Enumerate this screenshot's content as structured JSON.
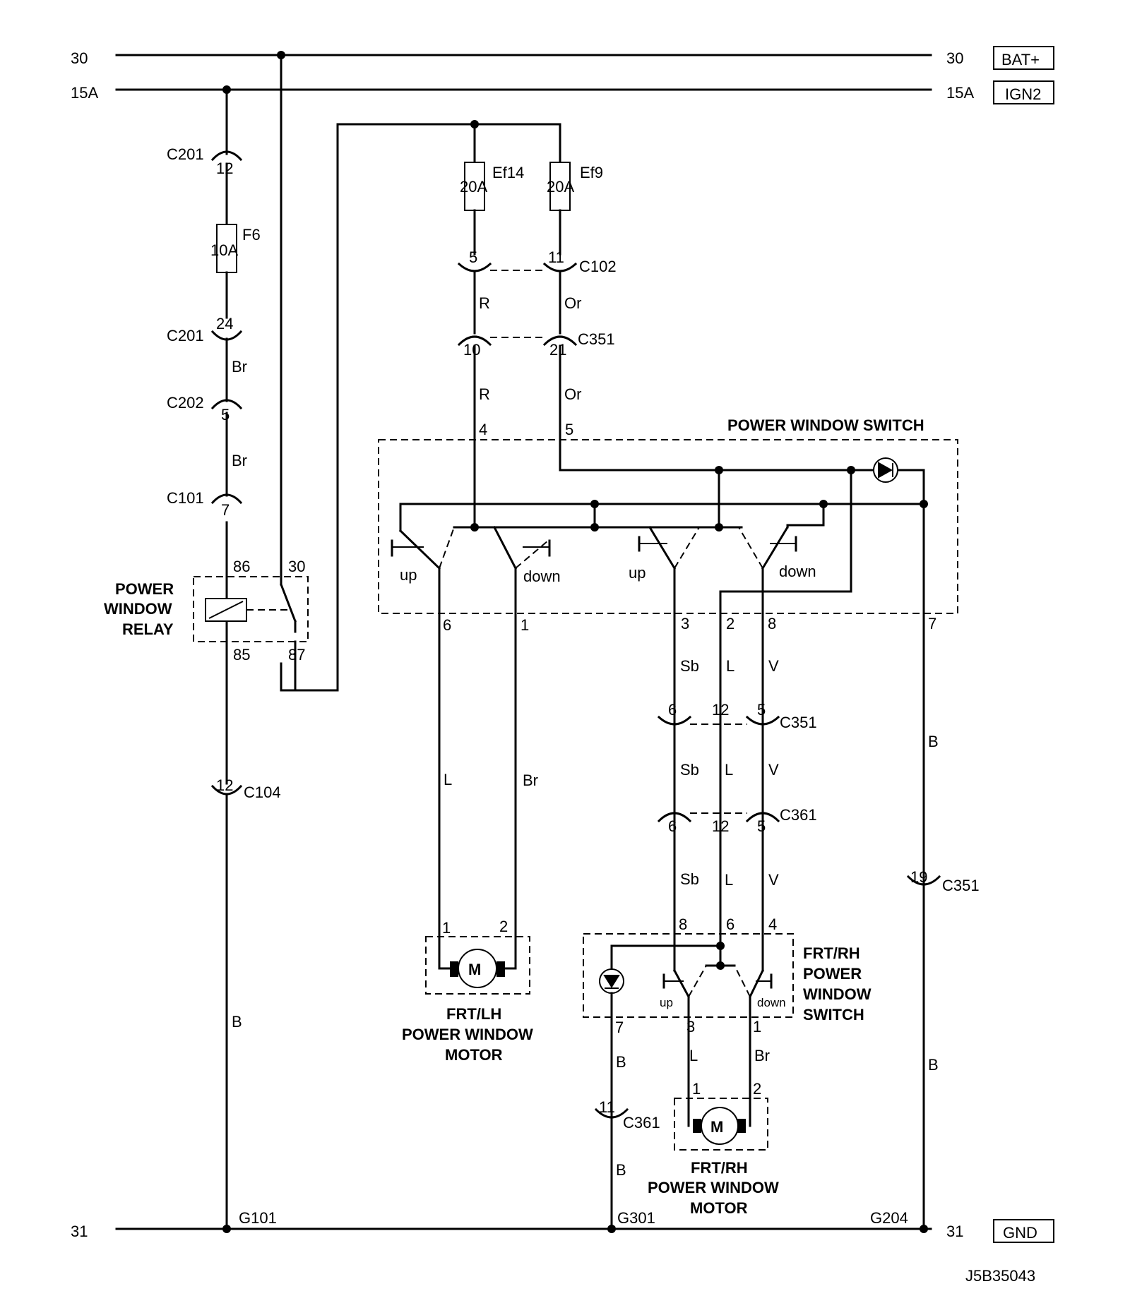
{
  "rails": {
    "r30_left": "30",
    "r30_right": "30",
    "bat": "BAT+",
    "r15_left": "15A",
    "r15_right": "15A",
    "ign": "IGN2",
    "r31_left": "31",
    "r31_right": "31",
    "gnd": "GND"
  },
  "left_branch": {
    "c201a": "C201",
    "c201a_pin": "12",
    "f6": "F6",
    "f6_rating": "10A",
    "c201b": "C201",
    "c201b_pin": "24",
    "wire1": "Br",
    "c202": "C202",
    "c202_pin": "5",
    "wire2": "Br",
    "c101": "C101",
    "c101_pin": "7",
    "c104": "C104",
    "c104_pin": "12",
    "wire3": "B",
    "g101": "G101"
  },
  "relay": {
    "label_l1": "POWER",
    "label_l2": "WINDOW",
    "label_l3": "RELAY",
    "pin86": "86",
    "pin30": "30",
    "pin85": "85",
    "pin87": "87"
  },
  "fuses": {
    "ef14": "Ef14",
    "ef14_rating": "20A",
    "ef9": "Ef9",
    "ef9_rating": "20A",
    "c102": "C102",
    "c102_pin_a": "5",
    "c102_pin_b": "11",
    "wire_r1": "R",
    "wire_or1": "Or",
    "c351": "C351",
    "c351_pin_a": "10",
    "c351_pin_b": "21",
    "wire_r2": "R",
    "wire_or2": "Or"
  },
  "main_switch": {
    "title": "POWER WINDOW SWITCH",
    "pin4": "4",
    "pin5": "5",
    "up1": "up",
    "down1": "down",
    "up2": "up",
    "down2": "down",
    "pin6": "6",
    "pin1": "1",
    "pin3": "3",
    "pin2": "2",
    "pin8": "8",
    "pin7": "7"
  },
  "lh_motor": {
    "wire_a": "L",
    "wire_b": "Br",
    "pin1": "1",
    "pin2": "2",
    "m": "M",
    "label_l1": "FRT/LH",
    "label_l2": "POWER WINDOW",
    "label_l3": "MOTOR"
  },
  "rh_harness": {
    "w1": "Sb",
    "w2": "L",
    "w3": "V",
    "c351": "C351",
    "c351_p1": "6",
    "c351_p2": "12",
    "c351_p3": "5",
    "w4": "Sb",
    "w5": "L",
    "w6": "V",
    "c361": "C361",
    "c361_p1": "6",
    "c361_p2": "12",
    "c361_p3": "5",
    "w7": "Sb",
    "w8": "L",
    "w9": "V",
    "wire_b_right": "B",
    "c351_right": "C351",
    "c351_right_pin": "19",
    "wire_b_right2": "B",
    "g204": "G204"
  },
  "rh_switch": {
    "pin8": "8",
    "pin6": "6",
    "pin4": "4",
    "up": "up",
    "down": "down",
    "pin7": "7",
    "pin3": "3",
    "pin1": "1",
    "label_l1": "FRT/RH",
    "label_l2": "POWER",
    "label_l3": "WINDOW",
    "label_l4": "SWITCH"
  },
  "rh_motor": {
    "wire_b": "B",
    "wire_l": "L",
    "wire_br": "Br",
    "c361": "C361",
    "c361_pin": "11",
    "wire_b2": "B",
    "pin1": "1",
    "pin2": "2",
    "m": "M",
    "label_l1": "FRT/RH",
    "label_l2": "POWER WINDOW",
    "label_l3": "MOTOR",
    "g301": "G301"
  },
  "diagram_id": "J5B35043"
}
